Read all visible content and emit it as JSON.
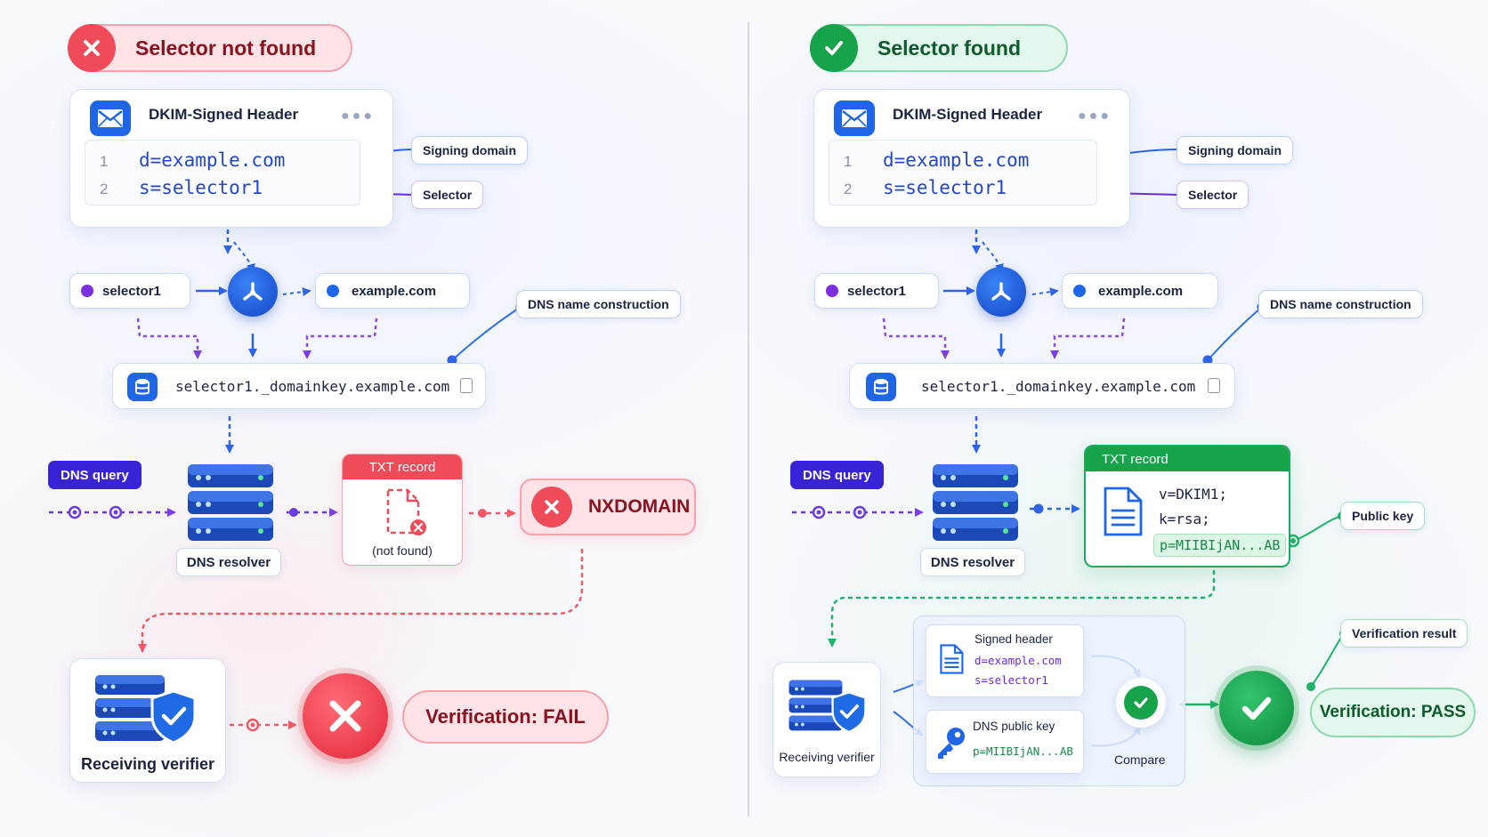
{
  "left": {
    "banner": "Selector not found",
    "header_title": "DKIM-Signed Header",
    "line_numbers": [
      "1",
      "2"
    ],
    "code_line_1": "d=example.com",
    "code_line_2": "s=selector1",
    "tag_signing_domain": "Signing domain",
    "tag_selector": "Selector",
    "selector_pill": "selector1",
    "domain_pill": "example.com",
    "dns_name_construction": "DNS name construction",
    "dns_name": "selector1._domainkey.example.com",
    "dns_query": "DNS query",
    "dns_resolver": "DNS resolver",
    "txt_title": "TXT record",
    "txt_not_found": "(not found)",
    "nxdomain": "NXDOMAIN",
    "receiving_verifier": "Receiving verifier",
    "verification": "Verification: FAIL"
  },
  "right": {
    "banner": "Selector found",
    "header_title": "DKIM-Signed Header",
    "line_numbers": [
      "1",
      "2"
    ],
    "code_line_1": "d=example.com",
    "code_line_2": "s=selector1",
    "tag_signing_domain": "Signing domain",
    "tag_selector": "Selector",
    "selector_pill": "selector1",
    "domain_pill": "example.com",
    "dns_name_construction": "DNS name construction",
    "dns_name": "selector1._domainkey.example.com",
    "dns_query": "DNS query",
    "dns_resolver": "DNS resolver",
    "txt_title": "TXT record",
    "txt_lines": [
      "v=DKIM1;",
      "k=rsa;"
    ],
    "txt_key": "p=MIIBIjAN...AB",
    "public_key": "Public key",
    "receiving_verifier": "Receiving verifier",
    "signed_header_title": "Signed header",
    "signed_header_d": "d=example.com",
    "signed_header_s": "s=selector1",
    "dns_public_key_title": "DNS public key",
    "dns_public_key_value": "p=MIIBIjAN...AB",
    "compare": "Compare",
    "verification_result": "Verification result",
    "verification": "Verification: PASS"
  },
  "icons": [
    "x-icon",
    "check-icon",
    "envelope-icon",
    "fork-icon",
    "database-icon",
    "copy-icon",
    "server-icon",
    "file-missing-icon",
    "document-icon",
    "shield-check-icon",
    "key-icon"
  ],
  "colors": {
    "fail_red": "#f04b59",
    "pass_green": "#16a34a",
    "brand_blue": "#1e66e6",
    "selector_purple": "#7b2fe0",
    "dns_query_indigo": "#3823d6"
  }
}
